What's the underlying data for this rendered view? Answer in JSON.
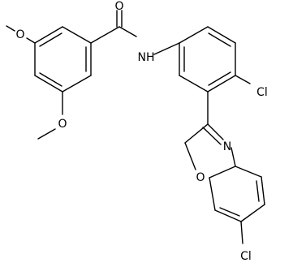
{
  "molecule": {
    "atoms": {
      "o_carbonyl": "O",
      "o_methoxy_top": "O",
      "o_methoxy_bottom": "O",
      "nh": "NH",
      "cl_top": "Cl",
      "n_oxazole": "N",
      "o_oxazole": "O",
      "cl_bottom": "Cl"
    }
  }
}
